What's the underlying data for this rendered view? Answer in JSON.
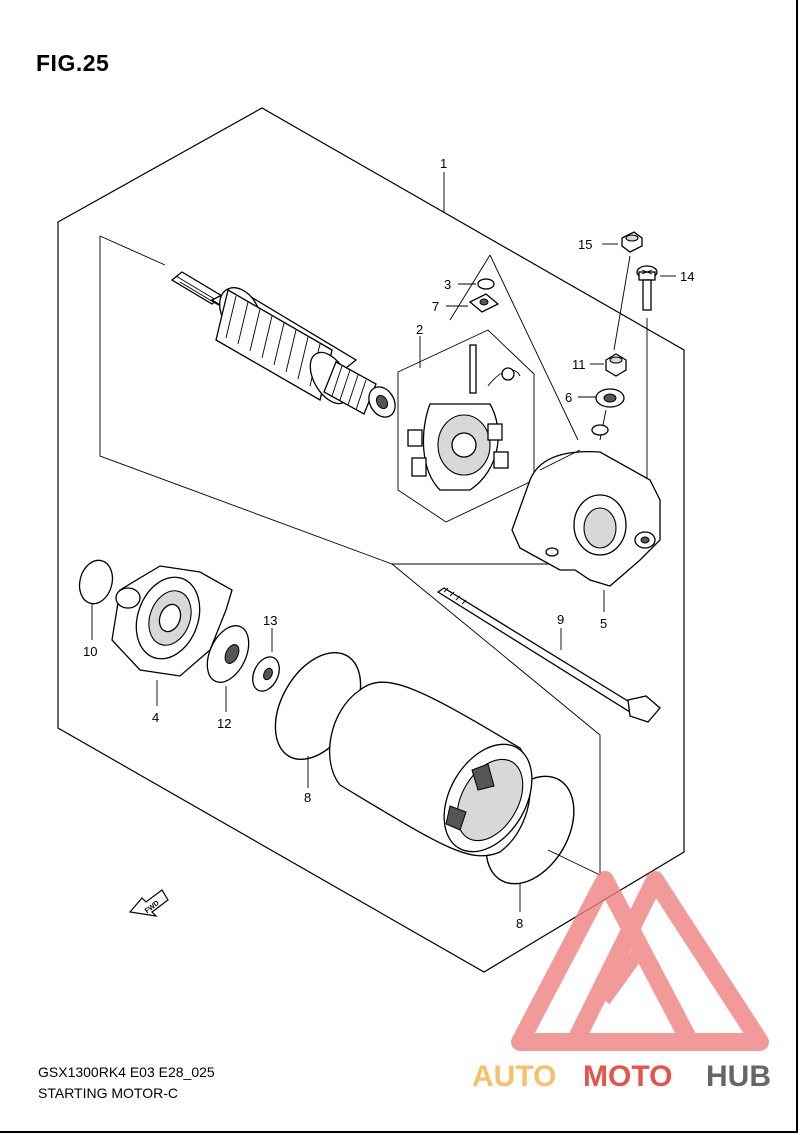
{
  "figure": {
    "title": "FIG.25"
  },
  "footer": {
    "model": "GSX1300RK4 E03 E28_025",
    "section": "STARTING MOTOR-C"
  },
  "callouts": {
    "c1": "1",
    "c2": "2",
    "c3": "3",
    "c4": "4",
    "c5": "5",
    "c6": "6",
    "c7": "7",
    "c8a": "8",
    "c8b": "8",
    "c9": "9",
    "c10": "10",
    "c11": "11",
    "c12": "12",
    "c13": "13",
    "c14": "14",
    "c15": "15"
  },
  "fwd_arrow": {
    "label": "FWD",
    "icon": "fwd-arrow-icon"
  },
  "watermark": {
    "part1": "AUTO",
    "part2": "MOTO",
    "part3": "HUB",
    "color_auto": "#f5c16c",
    "color_moto": "#e8534a",
    "color_hub": "#666666",
    "logo_color": "#f08080"
  }
}
